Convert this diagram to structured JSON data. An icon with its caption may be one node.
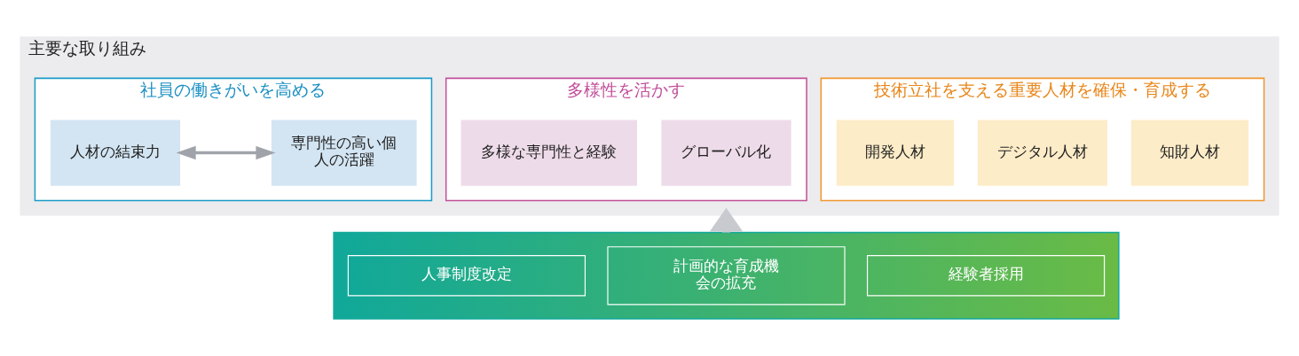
{
  "diagram": {
    "nodes": [
      {
        "text": [
          "主要な取り組み"
        ]
      },
      {
        "text": [
          "社員の働きがいを高める"
        ],
        "in": 0
      },
      {
        "text": [
          "人材の結束力"
        ],
        "in": 1
      },
      {
        "text": [
          "専門性の高い個人の活躍"
        ],
        "in": 1
      },
      {
        "text": [
          "多様性を活かす"
        ],
        "in": 0
      },
      {
        "text": [
          "多様な専門性と経験"
        ],
        "in": 4
      },
      {
        "text": [
          "グローバル化"
        ],
        "in": 4
      },
      {
        "text": [
          "技術立社を支える重要人材を確保・育成する"
        ],
        "in": 0
      },
      {
        "text": [
          "開発人材"
        ],
        "in": 7
      },
      {
        "text": [
          "デジタル人材"
        ],
        "in": 7
      },
      {
        "text": [
          "知財人材"
        ],
        "in": 7
      },
      {
        "text": [],
        "shape": "bar"
      },
      {
        "text": [
          "人事制度改定"
        ],
        "in": 11
      },
      {
        "text": [
          "計画的な育成機会の拡充"
        ],
        "in": 11
      },
      {
        "text": [
          "経験者採用"
        ],
        "in": 11
      }
    ],
    "edges": [
      {
        "from": 11,
        "to": 0,
        "arrow": "to",
        "style": "thick",
        "color": "#c8cacf"
      },
      {
        "from": 2,
        "to": 3,
        "arrow": "both",
        "color": "#a0a4aa"
      }
    ]
  }
}
